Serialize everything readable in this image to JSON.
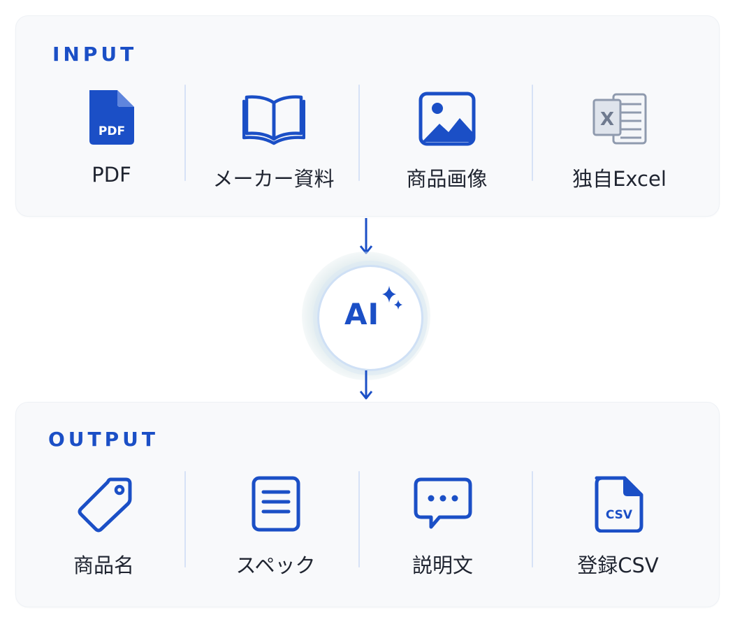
{
  "input": {
    "title": "INPUT",
    "items": [
      {
        "label": "PDF",
        "icon": "pdf-file-icon"
      },
      {
        "label": "メーカー資料",
        "icon": "open-book-icon"
      },
      {
        "label": "商品画像",
        "icon": "image-icon"
      },
      {
        "label": "独自Excel",
        "icon": "excel-icon"
      }
    ]
  },
  "ai": {
    "label": "AI",
    "icon": "sparkle-icon"
  },
  "output": {
    "title": "OUTPUT",
    "items": [
      {
        "label": "商品名",
        "icon": "tag-icon"
      },
      {
        "label": "スペック",
        "icon": "document-lines-icon"
      },
      {
        "label": "説明文",
        "icon": "speech-bubble-icon"
      },
      {
        "label": "登録CSV",
        "icon": "csv-file-icon"
      }
    ]
  },
  "icon_texts": {
    "pdf": "PDF",
    "excel": "X",
    "csv": "CSV"
  },
  "colors": {
    "accent": "#1b4fc6",
    "panel_bg": "#f8f9fb",
    "divider": "#d7e2f6",
    "excel_gray": "#8f9aae"
  }
}
